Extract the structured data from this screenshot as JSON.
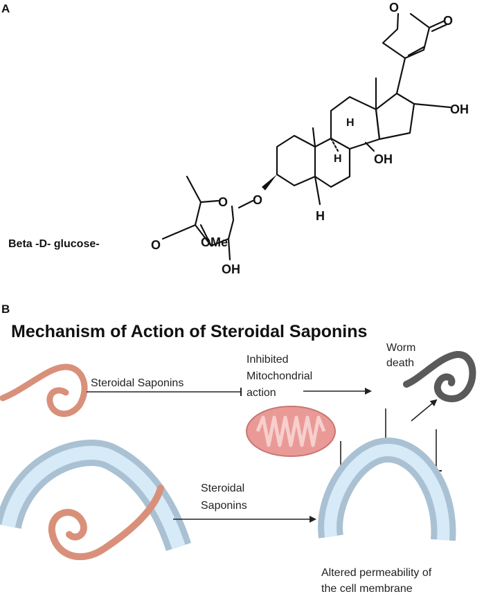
{
  "panels": {
    "a_label": "A",
    "b_label": "B"
  },
  "structure": {
    "carbonyl_o": "O",
    "ring_o": "O",
    "oh_c16": "OH",
    "h_c8": "H",
    "h_c9": "H",
    "oh_c14": "OH",
    "h_c5": "H",
    "o_glycosidic": "O",
    "sugar_ring_o": "O",
    "ome": "OMe",
    "glucose_label": "Beta -D- glucose-",
    "o_glucose": "O",
    "oh_sugar": "OH"
  },
  "mechanism": {
    "title": "Mechanism of Action of Steroidal Saponins",
    "steroidal_saponins_top": "Steroidal Saponins",
    "inhibited_line1": "Inhibited",
    "inhibited_line2": "Mitochondrial",
    "inhibited_line3": "action",
    "worm_line1": "Worm",
    "worm_line2": "death",
    "steroidal_line1": "Steroidal",
    "steroidal_line2": "Saponins",
    "altered_line1": "Altered permeability of",
    "altered_line2": "the cell membrane"
  },
  "colors": {
    "worm": "#d9907a",
    "dead_worm": "#5a5a5a",
    "membrane_outer": "#a9c1d3",
    "membrane_inner": "#d6eaf7",
    "mitochondrion": "#e99a97",
    "mitochondrion_cristae": "#f7cfcd",
    "arrow": "#222222"
  }
}
